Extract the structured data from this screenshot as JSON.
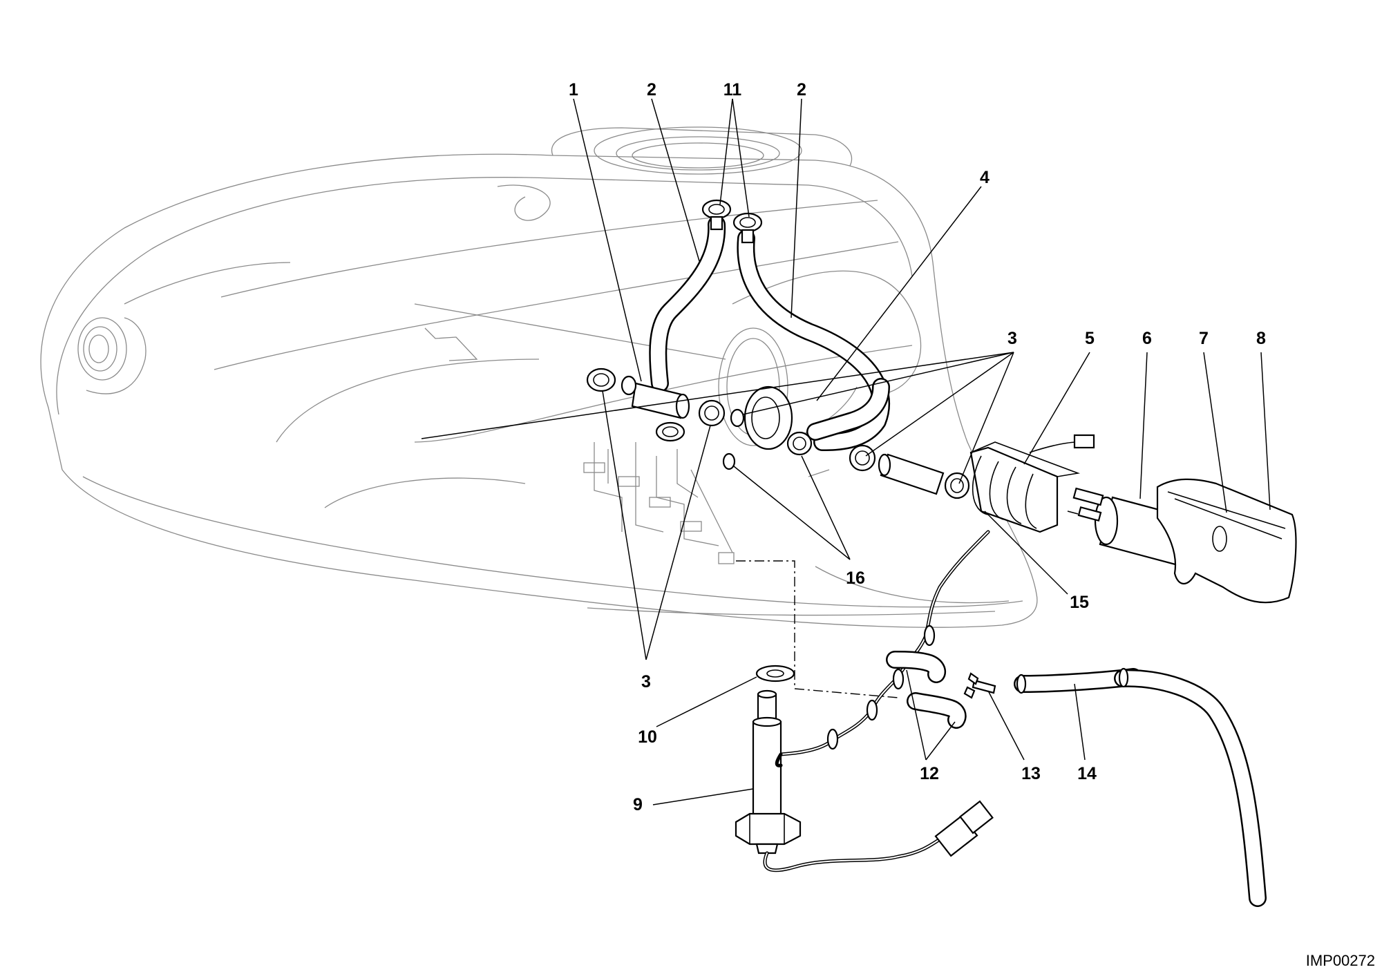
{
  "diagram": {
    "callouts": [
      "1",
      "2",
      "11",
      "2",
      "4",
      "3",
      "5",
      "6",
      "7",
      "8",
      "16",
      "15",
      "3",
      "10",
      "12",
      "13",
      "14",
      "9"
    ],
    "image_code": "IMP00272"
  }
}
